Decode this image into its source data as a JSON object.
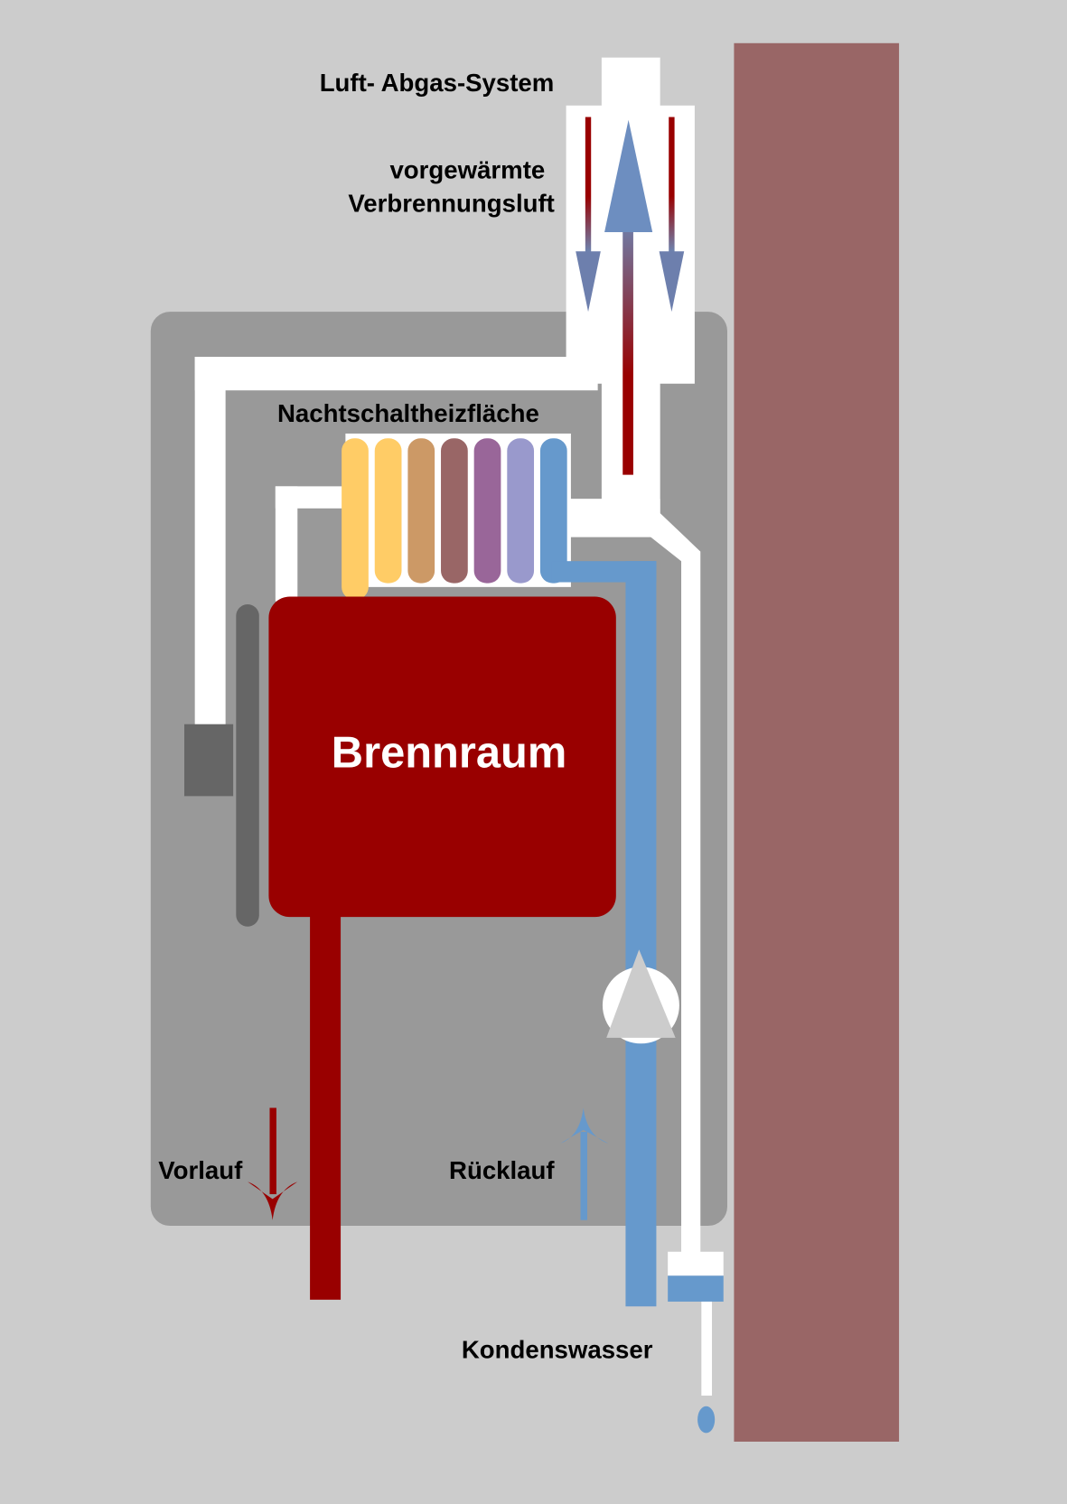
{
  "labels": {
    "flue_system": "Luft- Abgas-System",
    "preheated_air_1": "vorgewärmte",
    "preheated_air_2": "Verbrennungsluft",
    "secondary_heating_surface": "Nachtschaltheizfläche",
    "combustion_chamber": "Brennraum",
    "supply": "Vorlauf",
    "return": "Rücklauf",
    "condensate": "Kondenswasser"
  },
  "colors": {
    "background": "#cccccc",
    "wall": "#996666",
    "housing": "#999999",
    "combustion_chamber": "#990000",
    "return_pipe": "#6699cc",
    "coils": [
      "#ffcc66",
      "#ffcc66",
      "#cc9966",
      "#996666",
      "#996699",
      "#9999cc",
      "#6699cc"
    ]
  }
}
